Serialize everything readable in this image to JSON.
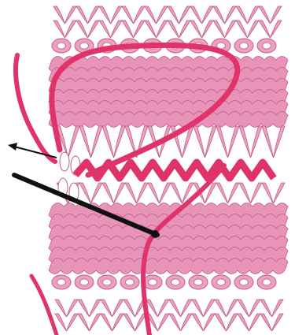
{
  "colors": {
    "background": "#ffffff",
    "knit_fill": "#eaa1c2",
    "knit_outline": "#c35a87",
    "purl_fill": "#e794b8",
    "yarn": "#e0336a",
    "yarn_edge": "#b01c4e",
    "needle": "#111111",
    "pale_stitch": "#ffffff"
  },
  "illustration": {
    "subject": "knitting-grafting-diagram",
    "icons": [
      "knitted-fabric",
      "tapestry-needle",
      "yarn-strand",
      "direction-arrow"
    ]
  }
}
